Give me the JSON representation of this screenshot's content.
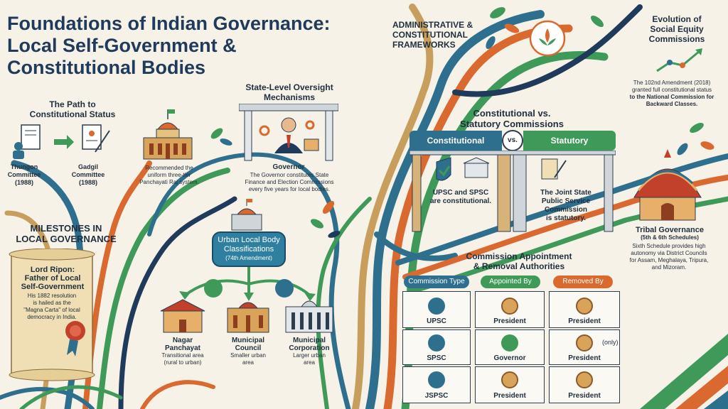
{
  "title": {
    "line1": "Foundations of Indian Governance:",
    "line2": "Local Self-Government &",
    "line3": "Constitutional Bodies"
  },
  "path_section": {
    "heading_line1": "The Path to",
    "heading_line2": "Constitutional Status",
    "thungon_line1": "Thungon",
    "thungon_line2": "Committee",
    "thungon_line3": "(1988)",
    "gadgil_line1": "Gadgil",
    "gadgil_line2": "Committee",
    "gadgil_line3": "(1988)",
    "recommend_line1": "Recommended the",
    "recommend_line2": "uniform three-tier",
    "recommend_line3": "Panchayati Raj system."
  },
  "milestones": {
    "heading_line1": "MILESTONES IN",
    "heading_line2": "LOCAL GOVERNANCE",
    "ripon_line1": "Lord Ripon:",
    "ripon_line2": "Father of Local",
    "ripon_line3": "Self-Government",
    "desc_line1": "His 1882 resolution",
    "desc_line2": "is hailed as the",
    "desc_line3": "\"Magna Carta\" of local",
    "desc_line4": "democracy in India."
  },
  "state_oversight": {
    "heading_line1": "State-Level Oversight",
    "heading_line2": "Mechanisms",
    "governor": "Governor",
    "desc_line1": "The Governor constitutes State",
    "desc_line2": "Finance and Election Commissions",
    "desc_line3": "every five years for local bodies."
  },
  "urban": {
    "banner_line1": "Urban Local Body",
    "banner_line2": "Classifications",
    "banner_line3": "(74th Amendment)",
    "nagar_line1": "Nagar",
    "nagar_line2": "Panchayat",
    "nagar_line3": "Transitional area",
    "nagar_line4": "(rural to urban)",
    "council_line1": "Municipal",
    "council_line2": "Council",
    "council_line3": "Smaller urban",
    "council_line4": "area",
    "corp_line1": "Municipal",
    "corp_line2": "Corporation",
    "corp_line3": "Larger urban",
    "corp_line4": "area"
  },
  "admin": {
    "line1": "ADMINISTRATIVE &",
    "line2": "CONSTITUTIONAL",
    "line3": "FRAMEWORKS"
  },
  "evolution": {
    "heading_line1": "Evolution of",
    "heading_line2": "Social Equity",
    "heading_line3": "Commissions",
    "desc_line1": "The 102nd Amendment (2018)",
    "desc_line2": "granted full constitutional status",
    "desc_line3": "to the National Commission for",
    "desc_line4": "Backward Classes."
  },
  "comparison": {
    "heading_line1": "Constitutional vs.",
    "heading_line2": "Statutory Commissions",
    "constitutional": "Constitutional",
    "vs": "vs.",
    "statutory": "Statutory",
    "left_line1": "UPSC and SPSC",
    "left_line2": "are constitutional.",
    "right_line1": "The Joint State",
    "right_line2": "Public Service",
    "right_line3": "Commission",
    "right_line4": "is statutory."
  },
  "tribal": {
    "heading": "Tribal Governance",
    "sub": "(5th & 6th Schedules)",
    "desc_line1": "Sixth Schedule provides high",
    "desc_line2": "autonomy via District Councils",
    "desc_line3": "for Assam, Meghalaya, Tripura,",
    "desc_line4": "and Mizoram."
  },
  "appointment": {
    "heading_line1": "Commission Appointment",
    "heading_line2": "& Removal Authorities",
    "col_type": "Commission Type",
    "col_appointed": "Appointed By",
    "col_removed": "Removed By",
    "rows": [
      {
        "type": "UPSC",
        "appointed": "President",
        "removed": "President",
        "note": ""
      },
      {
        "type": "SPSC",
        "appointed": "Governor",
        "removed": "President",
        "note": "(only)"
      },
      {
        "type": "JSPSC",
        "appointed": "President",
        "removed": "President",
        "note": ""
      }
    ]
  },
  "colors": {
    "navy": "#1f3a5a",
    "teal": "#2f7fa0",
    "green": "#3f9a5a",
    "orange": "#d9692e",
    "cream": "#f6f2e8"
  }
}
